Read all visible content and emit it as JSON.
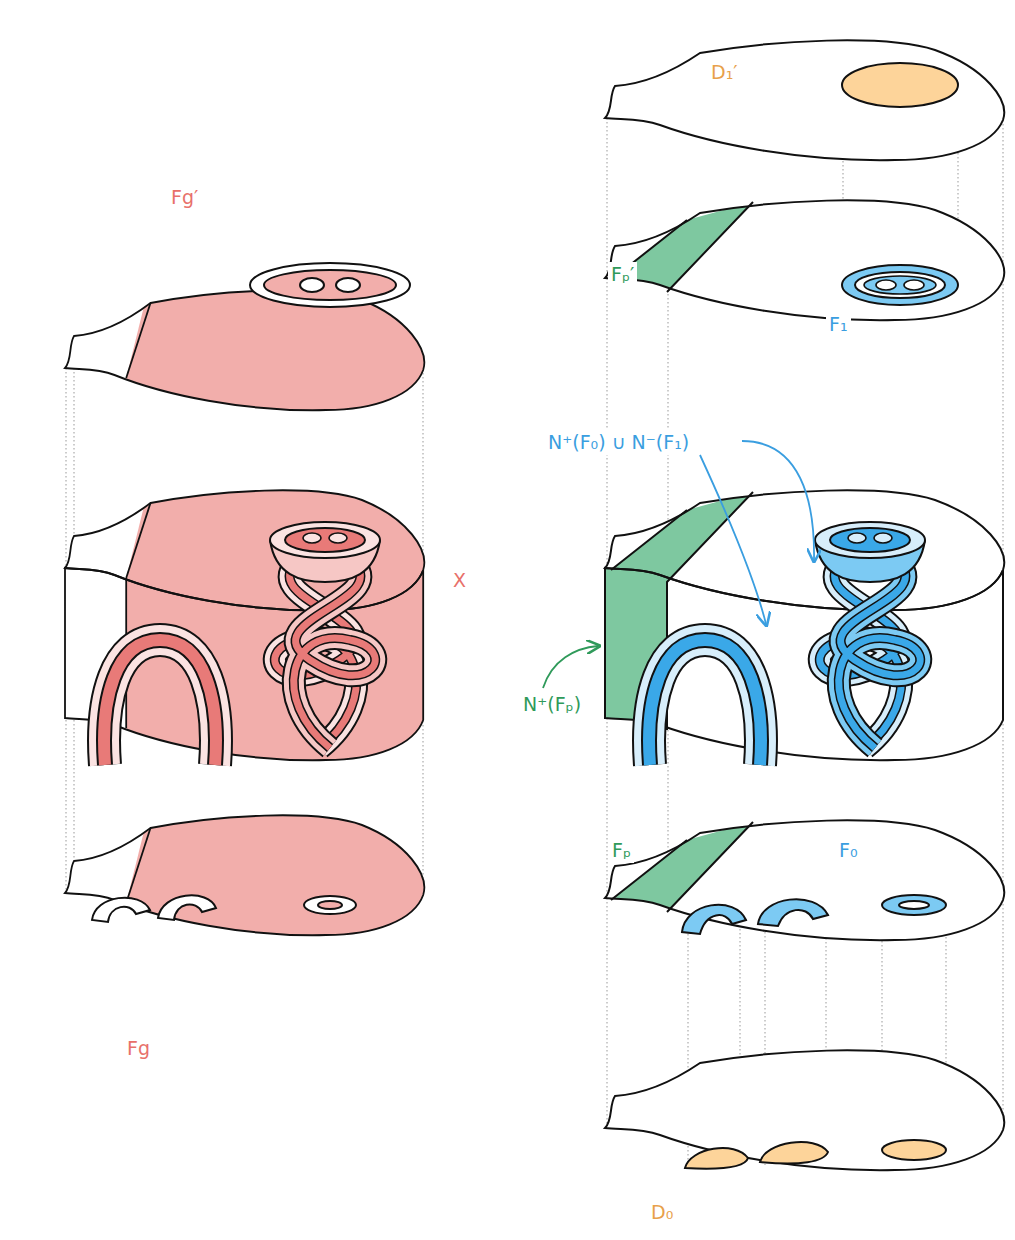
{
  "diagram": {
    "labels": [
      "Fg′",
      "D₁′",
      "Fₚ′",
      "F₁",
      "N⁺(F₀) ∪ N⁻(F₁)",
      "X",
      "N⁺(Fₚ)",
      "Fₚ",
      "F₀",
      "Fg",
      "D₀"
    ]
  }
}
